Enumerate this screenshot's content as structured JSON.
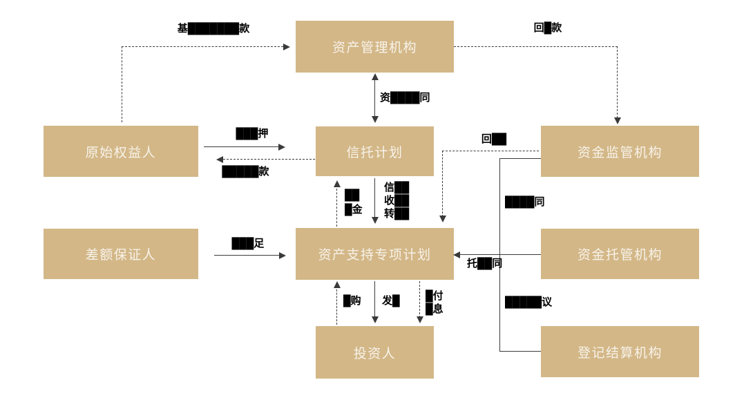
{
  "colors": {
    "box_fill": "#D3B787",
    "box_text": "#F7F2E9",
    "line": "#3A3A3A",
    "label": "#000000",
    "background": "#FFFFFF"
  },
  "boxes": {
    "asset_manager": "资产管理机构",
    "original_holder": "原始权益人",
    "trust_plan": "信托计划",
    "fund_supervisor": "资金监管机构",
    "guarantor": "差额保证人",
    "abs_plan": "资产支持专项计划",
    "fund_custodian": "资金托管机构",
    "investor": "投资人",
    "registrar": "登记结算机构"
  },
  "edge_labels": {
    "collection": "基███████款",
    "recovery_top": "回█款",
    "management_contract": "资████同",
    "pledge": "███押",
    "loan": "█████款",
    "recovery_mid": "回██",
    "fund_l1": "██",
    "fund_l2": "█金",
    "trust_l1": "信██",
    "trust_l2": "收██",
    "trust_l3": "转██",
    "shortfall": "███足",
    "subscribe": "█购",
    "issue": "发█",
    "redeem_l1": "█付",
    "redeem_l2": "█息",
    "supervision_contract": "████同",
    "custody_contract": "托██同",
    "settlement_agreement": "█████议"
  }
}
